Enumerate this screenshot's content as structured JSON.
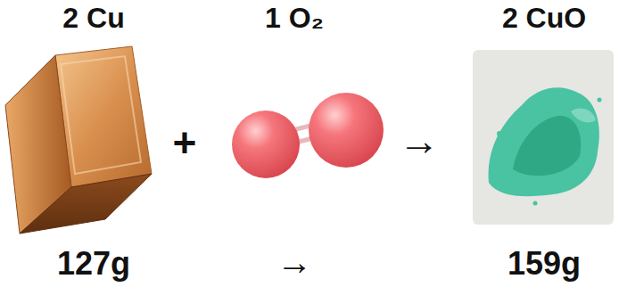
{
  "diagram": {
    "labels": [
      "2 Cu",
      "1 O₂",
      "2 CuO",
      "+",
      "→",
      "127g",
      "→",
      "159g"
    ]
  }
}
